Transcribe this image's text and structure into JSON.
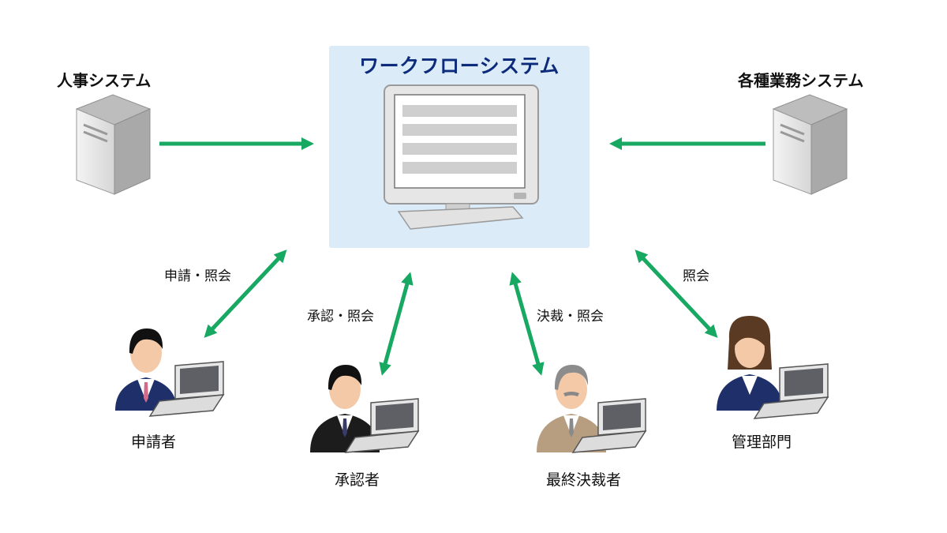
{
  "center": {
    "title": "ワークフローシステム"
  },
  "systems": {
    "hr": {
      "label": "人事システム"
    },
    "business": {
      "label": "各種業務システム"
    }
  },
  "users": {
    "applicant": {
      "label": "申請者"
    },
    "approver": {
      "label": "承認者"
    },
    "final_approver": {
      "label": "最終決裁者"
    },
    "admin": {
      "label": "管理部門"
    }
  },
  "edges": {
    "applicant": "申請・照会",
    "approver": "承認・照会",
    "final_approver": "決裁・照会",
    "admin": "照会"
  },
  "colors": {
    "arrow": "#17a862",
    "center_bg": "#dcebf8",
    "title": "#0c2b7a"
  }
}
